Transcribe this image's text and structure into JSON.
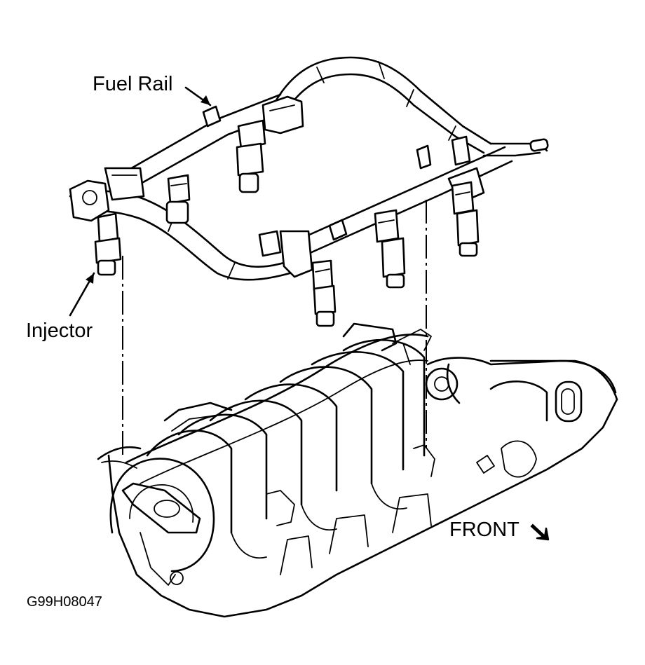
{
  "labels": {
    "fuel_rail": "Fuel Rail",
    "injector": "Injector",
    "front": "FRONT",
    "figure_code": "G99H08047"
  },
  "icons": {
    "front_arrow": "arrow-down-right-icon",
    "callout_arrow": "leader-arrow-icon"
  },
  "colors": {
    "ink": "#000000",
    "paper": "#ffffff"
  }
}
